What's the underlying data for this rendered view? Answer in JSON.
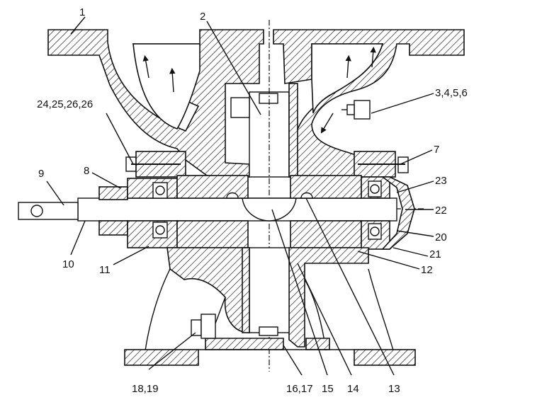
{
  "labels": {
    "l1": "1",
    "l2": "2",
    "l3456": "3,4,5,6",
    "l7": "7",
    "l242526": "24,25,26,26",
    "l8": "8",
    "l9": "9",
    "l10": "10",
    "l11": "11",
    "l23": "23",
    "l22": "22",
    "l20": "20",
    "l21": "21",
    "l12": "12",
    "l1819": "18,19",
    "l1617": "16,17",
    "l15": "15",
    "l14": "14",
    "l13": "13"
  }
}
